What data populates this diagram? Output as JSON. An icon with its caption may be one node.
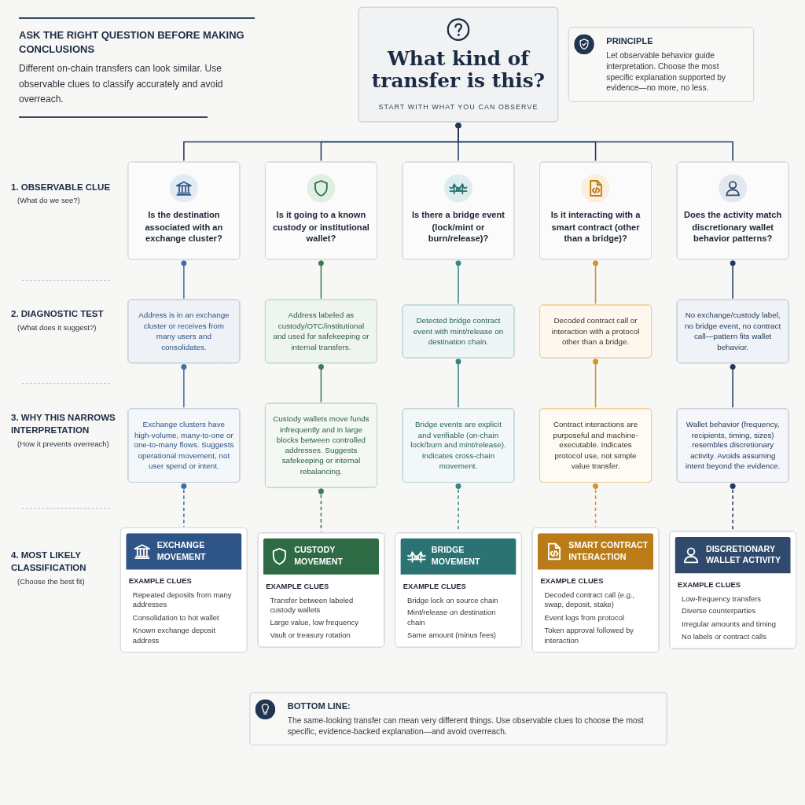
{
  "diagram": {
    "nodes": [
      {
        "text": [
          "What kind of transfer is this?",
          "START WITH WHAT YOU CAN OBSERVE"
        ]
      },
      {
        "text": [
          "PRINCIPLE",
          "Let observable behavior guide interpretation. Choose the most specific explanation supported by evidence—no more, no less."
        ]
      },
      {
        "text": [
          "Is the destination associated with an exchange cluster?"
        ]
      },
      {
        "text": [
          "Is it going to a known custody or institutional wallet?"
        ]
      },
      {
        "text": [
          "Is there a bridge event (lock/mint or burn/release)?"
        ]
      },
      {
        "text": [
          "Is it interacting with a smart contract (other than a bridge)?"
        ]
      },
      {
        "text": [
          "Does the activity match discretionary wallet behavior patterns?"
        ]
      },
      {
        "text": [
          "Address is in an exchange cluster or receives from many users and consolidates."
        ]
      },
      {
        "text": [
          "Address labeled as custody/OTC/institutional and used for safekeeping or internal transfers."
        ]
      },
      {
        "text": [
          "Detected bridge contract event with mint/release on destination chain."
        ]
      },
      {
        "text": [
          "Decoded contract call or interaction with a protocol other than a bridge."
        ]
      },
      {
        "text": [
          "No exchange/custody label, no bridge event, no contract call—pattern fits wallet behavior."
        ]
      },
      {
        "text": [
          "Exchange clusters have high-volume, many-to-one or one-to-many flows. Suggests operational movement, not user spend or intent."
        ]
      },
      {
        "text": [
          "Custody wallets move funds infrequently and in large blocks between controlled addresses. Suggests safekeeping or internal rebalancing."
        ]
      },
      {
        "text": [
          "Bridge events are explicit and verifiable (on-chain lock/burn and mint/release). Indicates cross-chain movement."
        ]
      },
      {
        "text": [
          "Contract interactions are purposeful and machine-executable. Indicates protocol use, not simple value transfer."
        ]
      },
      {
        "text": [
          "Wallet behavior (frequency, recipients, timing, sizes) resembles discretionary activity. Avoids assuming intent beyond the evidence."
        ]
      },
      {
        "text": [
          "EXCHANGE MOVEMENT",
          "EXAMPLE CLUES",
          "Repeated deposits from many addresses",
          "Consolidation to hot wallet",
          "Known exchange deposit address"
        ]
      },
      {
        "text": [
          "CUSTODY MOVEMENT",
          "EXAMPLE CLUES",
          "Transfer between labeled custody wallets",
          "Large value, low frequency",
          "Vault or treasury rotation"
        ]
      },
      {
        "text": [
          "BRIDGE MOVEMENT",
          "EXAMPLE CLUES",
          "Bridge lock on source chain",
          "Mint/release on destination chain",
          "Same amount (minus fees)"
        ]
      },
      {
        "text": [
          "SMART CONTRACT INTERACTION",
          "EXAMPLE CLUES",
          "Decoded contract call (e.g., swap, deposit, stake)",
          "Event logs from protocol",
          "Token approval followed by interaction"
        ]
      },
      {
        "text": [
          "DISCRETIONARY WALLET ACTIVITY",
          "EXAMPLE CLUES",
          "Low-frequency transfers",
          "Diverse counterparties",
          "Irregular amounts and timing",
          "No labels or contract calls"
        ]
      },
      {
        "text": [
          "BOTTOM LINE:",
          "The same-looking transfer can mean very different things. Use observable clues to choose the most specific, evidence-backed explanation—and avoid overreach."
        ]
      }
    ],
    "edges": [
      {
        "from": 0,
        "to": 2,
        "arrow": "other"
      },
      {
        "from": 0,
        "to": 3,
        "arrow": "other"
      },
      {
        "from": 0,
        "to": 4,
        "arrow": "other"
      },
      {
        "from": 0,
        "to": 5,
        "arrow": "other"
      },
      {
        "from": 0,
        "to": 6,
        "arrow": "other"
      },
      {
        "from": 2,
        "to": 7,
        "arrow": "other",
        "color": "#3f6fa6"
      },
      {
        "from": 3,
        "to": 8,
        "arrow": "other",
        "color": "#3d7a52"
      },
      {
        "from": 4,
        "to": 9,
        "arrow": "other",
        "color": "#3a8585"
      },
      {
        "from": 5,
        "to": 10,
        "arrow": "other",
        "color": "#d4922a"
      },
      {
        "from": 6,
        "to": 11,
        "arrow": "other"
      },
      {
        "from": 7,
        "to": 12,
        "arrow": "other",
        "color": "#3f6fa6"
      },
      {
        "from": 8,
        "to": 13,
        "arrow": "other",
        "color": "#3d7a52"
      },
      {
        "from": 9,
        "to": 14,
        "arrow": "other",
        "color": "#3a8585"
      },
      {
        "from": 10,
        "to": 15,
        "arrow": "other",
        "color": "#d4922a"
      },
      {
        "from": 11,
        "to": 16,
        "arrow": "other"
      },
      {
        "from": 12,
        "to": 17,
        "arrow": "other",
        "style": "dashed",
        "color": "#3f6fa6"
      },
      {
        "from": 13,
        "to": 18,
        "arrow": "other",
        "style": "dashed",
        "color": "#3d7a52"
      },
      {
        "from": 14,
        "to": 19,
        "arrow": "other",
        "style": "dashed",
        "color": "#3a8585"
      },
      {
        "from": 15,
        "to": 20,
        "arrow": "other",
        "style": "dashed",
        "color": "#d4922a"
      },
      {
        "from": 16,
        "to": 21,
        "arrow": "other",
        "style": "dashed"
      }
    ],
    "labels": [
      "ASK THE RIGHT QUESTION BEFORE MAKING CONCLUSIONS",
      "Different on-chain transfers can look similar. Use observable clues to classify accurately and avoid overreach.",
      "1. OBSERVABLE CLUE",
      "(What do we see?)",
      "2. DIAGNOSTIC TEST",
      "(What does it suggest?)",
      "3. WHY THIS NARROWS INTERPRETATION",
      "(How it prevents overreach)",
      "4. MOST LIKELY CLASSIFICATION",
      "(Choose the best fit)"
    ]
  }
}
